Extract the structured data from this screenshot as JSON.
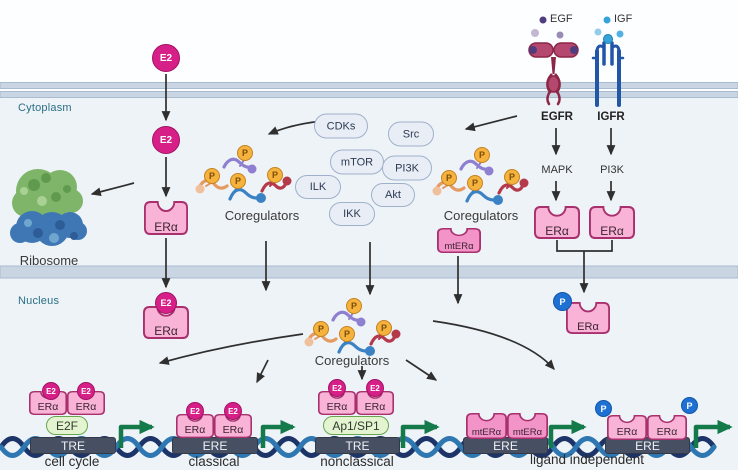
{
  "regions": {
    "cytoplasm": "Cytoplasm",
    "nucleus": "Nucleus"
  },
  "ligands": {
    "e2": "E2",
    "egf": "EGF",
    "igf": "IGF"
  },
  "receptors": {
    "era": "ERα",
    "mt_era": "mtERα",
    "egfr": "EGFR",
    "igfr": "IGFR"
  },
  "kinases": [
    "CDKs",
    "Src",
    "mTOR",
    "PI3K",
    "ILK",
    "Akt",
    "IKK"
  ],
  "signaling": {
    "mapk": "MAPK",
    "pi3k": "PI3K"
  },
  "labels": {
    "coregulators": "Coregulators",
    "ribosome": "Ribosome",
    "phosphate": "P"
  },
  "transcription_factors": {
    "e2f": "E2F",
    "ap1_sp1": "Ap1/SP1"
  },
  "promoters": [
    {
      "element": "TRE",
      "pathway": "cell cycle"
    },
    {
      "element": "ERE",
      "pathway": "classical"
    },
    {
      "element": "TRE",
      "pathway": "nonclassical"
    },
    {
      "element": "ERE",
      "pathway": "ligand independent"
    },
    {
      "element": "ERE",
      "pathway": "ligand independent"
    }
  ],
  "colors": {
    "e2_pink": "#d62088",
    "receptor_fill": "#f8b3d7",
    "mt_receptor_fill": "#f294c8",
    "receptor_stroke": "#a8306d",
    "phosphate_yellow": "#f5b23c",
    "phosphate_blue": "#1e70d2",
    "kinase_bubble_fill": "#e9eef6",
    "membrane": "#c9d5e2",
    "dna_strand_dark": "#1c3468",
    "dna_strand_light": "#2f77b0",
    "promoter_bar": "#475063",
    "transcription_arrow_green": "#157a4a",
    "tf_oval_green": "#e4f4d0",
    "egfr_red": "#b5486e",
    "igfr_blue": "#2157a6",
    "region_label_teal": "#2b6f85",
    "background": "#eef3f8"
  }
}
